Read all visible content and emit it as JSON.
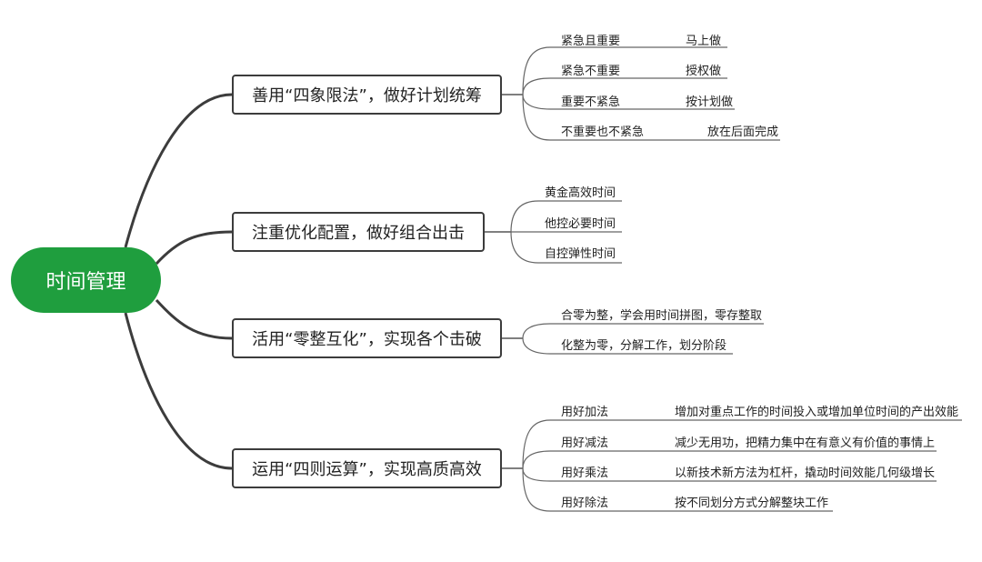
{
  "root": {
    "label": "时间管理"
  },
  "colors": {
    "root_fill": "#1f9e3e",
    "line": "#3c3c3c",
    "leaf_line": "#666666"
  },
  "branches": [
    {
      "label": "善用“四象限法”，做好计划统筹",
      "leaves": [
        {
          "label": "紧急且重要",
          "desc": "马上做"
        },
        {
          "label": "紧急不重要",
          "desc": "授权做"
        },
        {
          "label": "重要不紧急",
          "desc": "按计划做"
        },
        {
          "label": "不重要也不紧急",
          "desc": "放在后面完成"
        }
      ]
    },
    {
      "label": "注重优化配置，做好组合出击",
      "leaves": [
        {
          "label": "黄金高效时间"
        },
        {
          "label": "他控必要时间"
        },
        {
          "label": "自控弹性时间"
        }
      ]
    },
    {
      "label": "活用“零整互化”，实现各个击破",
      "leaves": [
        {
          "label": "合零为整，学会用时间拼图，零存整取"
        },
        {
          "label": "化整为零，分解工作，划分阶段"
        }
      ]
    },
    {
      "label": "运用“四则运算”，实现高质高效",
      "leaves": [
        {
          "label": "用好加法",
          "desc": "增加对重点工作的时间投入或增加单位时间的产出效能"
        },
        {
          "label": "用好减法",
          "desc": "减少无用功，把精力集中在有意义有价值的事情上"
        },
        {
          "label": "用好乘法",
          "desc": "以新技术新方法为杠杆，撬动时间效能几何级增长"
        },
        {
          "label": "用好除法",
          "desc": "按不同划分方式分解整块工作"
        }
      ]
    }
  ]
}
